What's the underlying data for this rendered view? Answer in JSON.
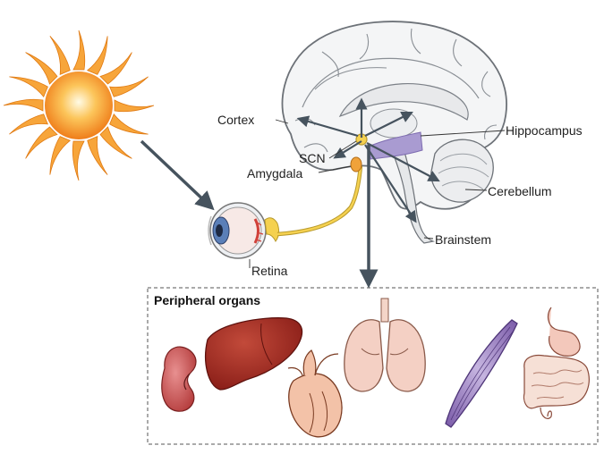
{
  "labels": {
    "cortex": "Cortex",
    "scn": "SCN",
    "amygdala": "Amygdala",
    "hippocampus": "Hippocampus",
    "cerebellum": "Cerebellum",
    "brainstem": "Brainstem",
    "retina": "Retina"
  },
  "peripheral": {
    "title": "Peripheral organs",
    "organs": [
      "kidney",
      "liver",
      "heart",
      "lungs",
      "muscle",
      "gut"
    ]
  },
  "colors": {
    "sun": "#f7941d",
    "arrow": "#46535e",
    "nerve": "#f2c84b",
    "scn": "#f5d150",
    "hippocampus": "#a99bd1",
    "brain_outline": "#6d7278"
  }
}
